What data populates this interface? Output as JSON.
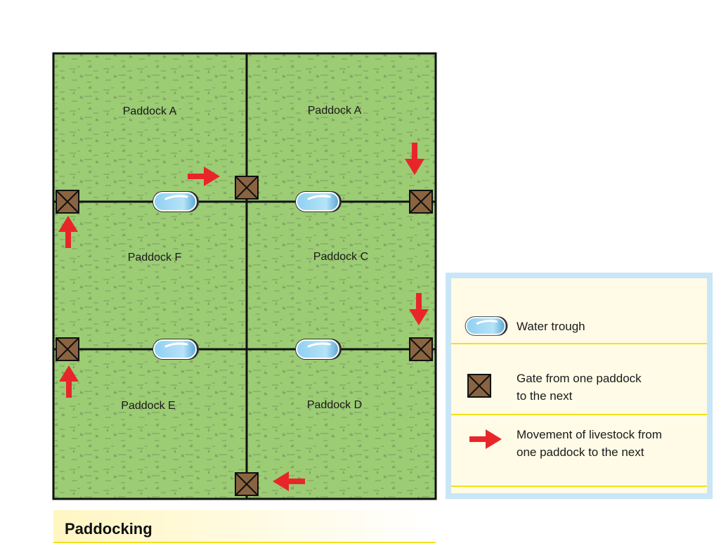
{
  "paddocks": {
    "top_left": "Paddock A",
    "top_right": "Paddock A",
    "middle_left": "Paddock F",
    "middle_right": "Paddock C",
    "bottom_left": "Paddock E",
    "bottom_right": "Paddock D"
  },
  "legend": {
    "water_trough": "Water trough",
    "gate_line1": "Gate from one paddock",
    "gate_line2": "to the next",
    "movement_line1": "Movement of livestock from",
    "movement_line2": "one paddock to the next"
  },
  "caption": "Paddocking",
  "colors": {
    "grass": "#9ccc74",
    "fence": "#111111",
    "gate": "#8a6440",
    "arrow": "#e8262a",
    "trough_water": "#a7d9f4",
    "legend_bg": "#fffbe6",
    "legend_border": "#c8e6f7",
    "legend_rule": "#f2e21b",
    "caption_bg": "#fff6c2"
  },
  "icons": [
    "water-trough-icon",
    "gate-icon",
    "red-arrow-icon"
  ]
}
